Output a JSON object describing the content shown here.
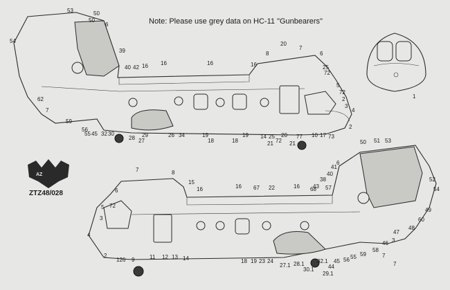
{
  "note": "Note: Please use grey data on HC-11 \"Gunbearers\"",
  "product_code": "ZTZ48/028",
  "top_view_callouts": [
    "53",
    "50",
    "50",
    "6",
    "54",
    "39",
    "40",
    "42",
    "16",
    "16",
    "16",
    "16",
    "8",
    "20",
    "7",
    "6",
    "25",
    "72",
    "5",
    "72",
    "2",
    "3",
    "4",
    "62",
    "7",
    "59",
    "56",
    "55",
    "45",
    "32",
    "30",
    "28",
    "27",
    "29",
    "26",
    "34",
    "19",
    "18",
    "18",
    "19",
    "14",
    "25",
    "72",
    "20",
    "21",
    "21",
    "77",
    "10",
    "17",
    "73",
    "2",
    "1"
  ],
  "bottom_view_callouts": [
    "6",
    "50",
    "51",
    "53",
    "52",
    "54",
    "41",
    "40",
    "38",
    "57",
    "43",
    "7",
    "8",
    "15",
    "16",
    "16",
    "67",
    "22",
    "16",
    "68",
    "6",
    "5",
    "72",
    "3",
    "4",
    "2",
    "126",
    "9",
    "11",
    "12",
    "13",
    "14",
    "18",
    "19",
    "23",
    "24",
    "27.1",
    "28.1",
    "30.1",
    "29.1",
    "32.1",
    "44",
    "45",
    "56",
    "55",
    "59",
    "58",
    "46",
    "47",
    "48",
    "60",
    "49",
    "7",
    "7",
    "3"
  ]
}
